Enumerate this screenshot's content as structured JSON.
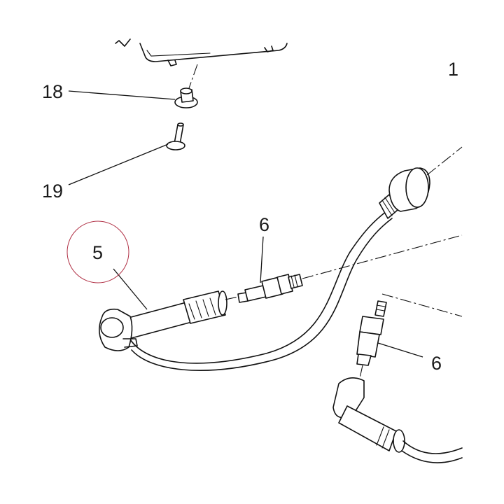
{
  "callouts": {
    "c17": "1",
    "c18": "18",
    "c19": "19",
    "c5": "5",
    "c6a": "6",
    "c6b": "6"
  },
  "colors": {
    "line": "#111111",
    "highlight_circle": "#b03045",
    "background": "#ffffff"
  }
}
